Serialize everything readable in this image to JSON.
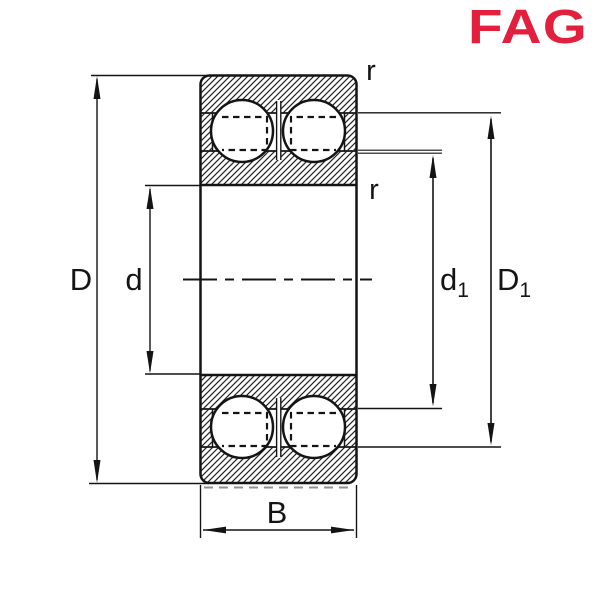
{
  "brand": {
    "logo_text": "FAG",
    "logo_color": "#e2203e"
  },
  "drawing": {
    "type": "bearing-cross-section",
    "dimension_labels": {
      "outer_diameter": "D",
      "bore_diameter": "d",
      "inner_shoulder_base": "d",
      "inner_shoulder_sub": "1",
      "outer_shoulder_base": "D",
      "outer_shoulder_sub": "1",
      "width": "B",
      "radius_outer": "r",
      "radius_inner": "r"
    },
    "colors": {
      "line": "#141414",
      "hatch": "#222222",
      "hidden_edge": "#909090",
      "background": "#ffffff"
    }
  }
}
